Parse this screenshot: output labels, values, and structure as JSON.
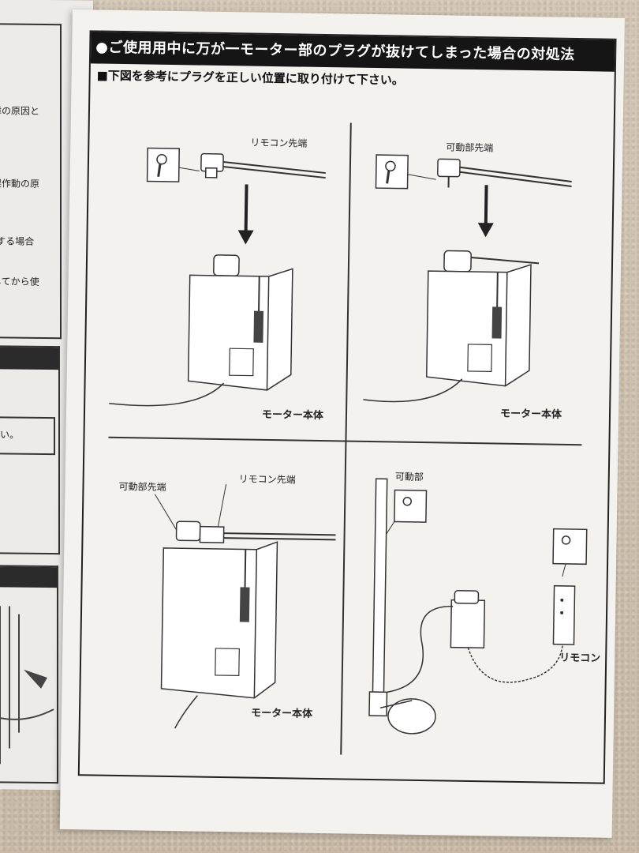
{
  "left_page": {
    "fragments": [
      "。",
      "障の原因と",
      "誤作動の原",
      "'する場合",
      "してから使",
      "い。"
    ]
  },
  "main": {
    "title": "●ご使用用中に万が一モーター部のプラグが抜けてしまった場合の対処法",
    "instruction": "■下図を参考にプラグを正しい位置に取り付けて下さい。",
    "panels": [
      {
        "labels": [
          "リモコン先端",
          "モーター本体"
        ]
      },
      {
        "labels": [
          "可動部先端",
          "モーター本体"
        ]
      },
      {
        "labels": [
          "可動部先端",
          "リモコン先端",
          "モーター本体"
        ]
      },
      {
        "labels": [
          "可動部",
          "リモコン"
        ]
      }
    ]
  }
}
